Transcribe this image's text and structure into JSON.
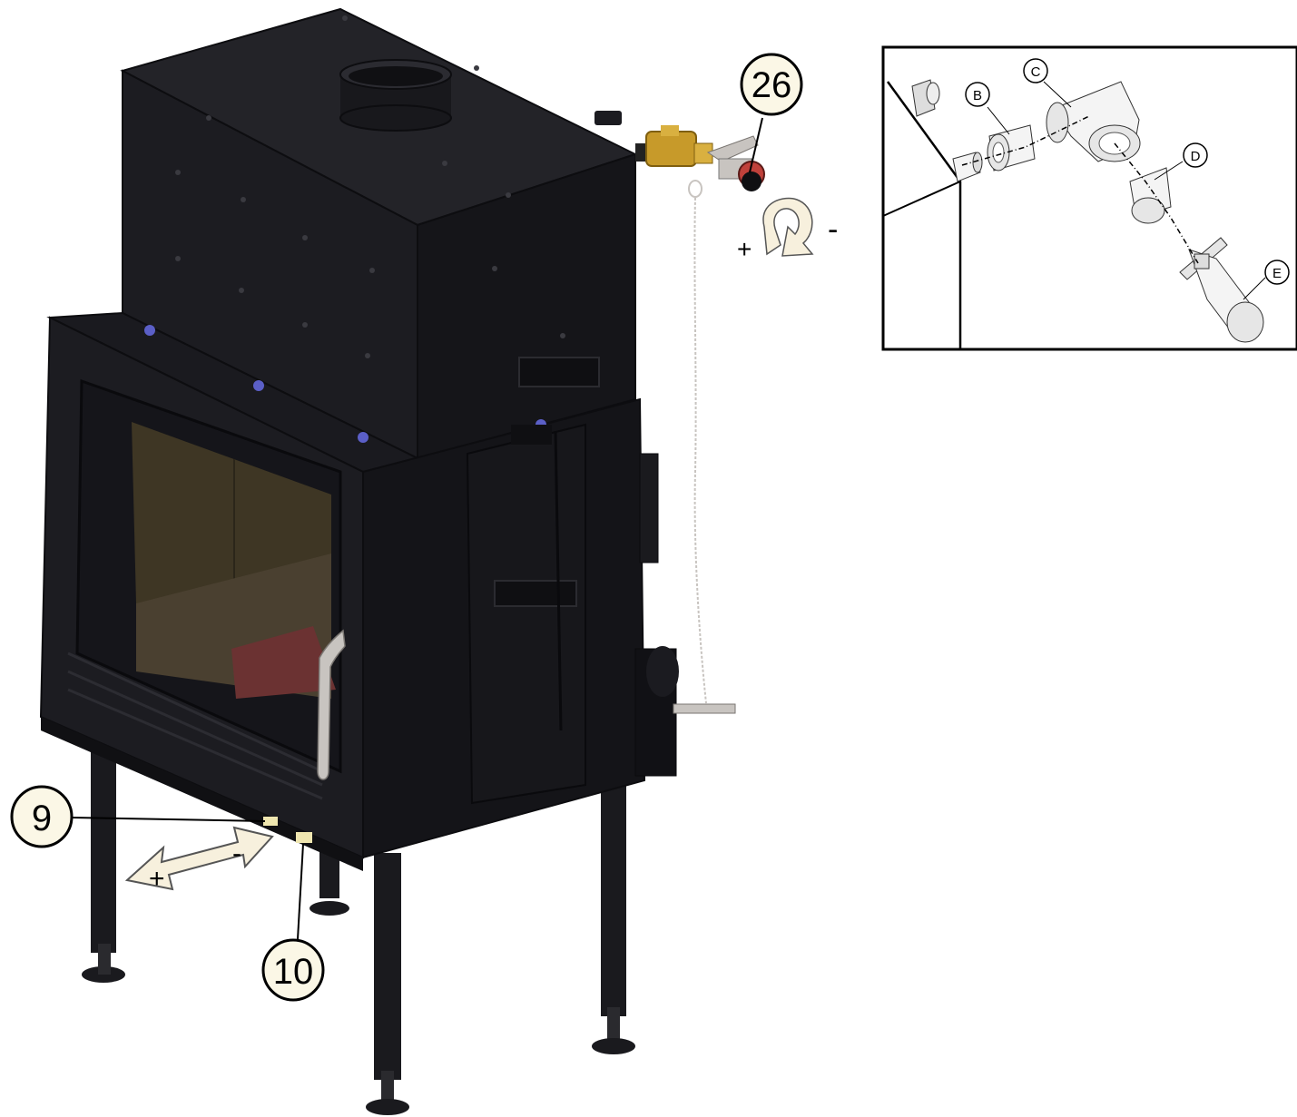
{
  "callouts": {
    "c26": "26",
    "c9": "9",
    "c10": "10"
  },
  "inset": {
    "labels": {
      "b": "B",
      "c": "C",
      "d": "D",
      "e": "E"
    }
  },
  "signs": {
    "rotate_plus": "+",
    "rotate_minus": "-",
    "slide_plus": "+",
    "slide_minus": "-"
  },
  "colors": {
    "body": "#1d1d22",
    "body_top": "#24242a",
    "body_side": "#131317",
    "firebox": "#4a3f2a",
    "callout_fill": "#fbf7e6",
    "arrow_fill": "#f7f0dd",
    "brass": "#c79a2a",
    "blue_bolt": "#5b5fc7",
    "handle": "#c8c4c0"
  }
}
